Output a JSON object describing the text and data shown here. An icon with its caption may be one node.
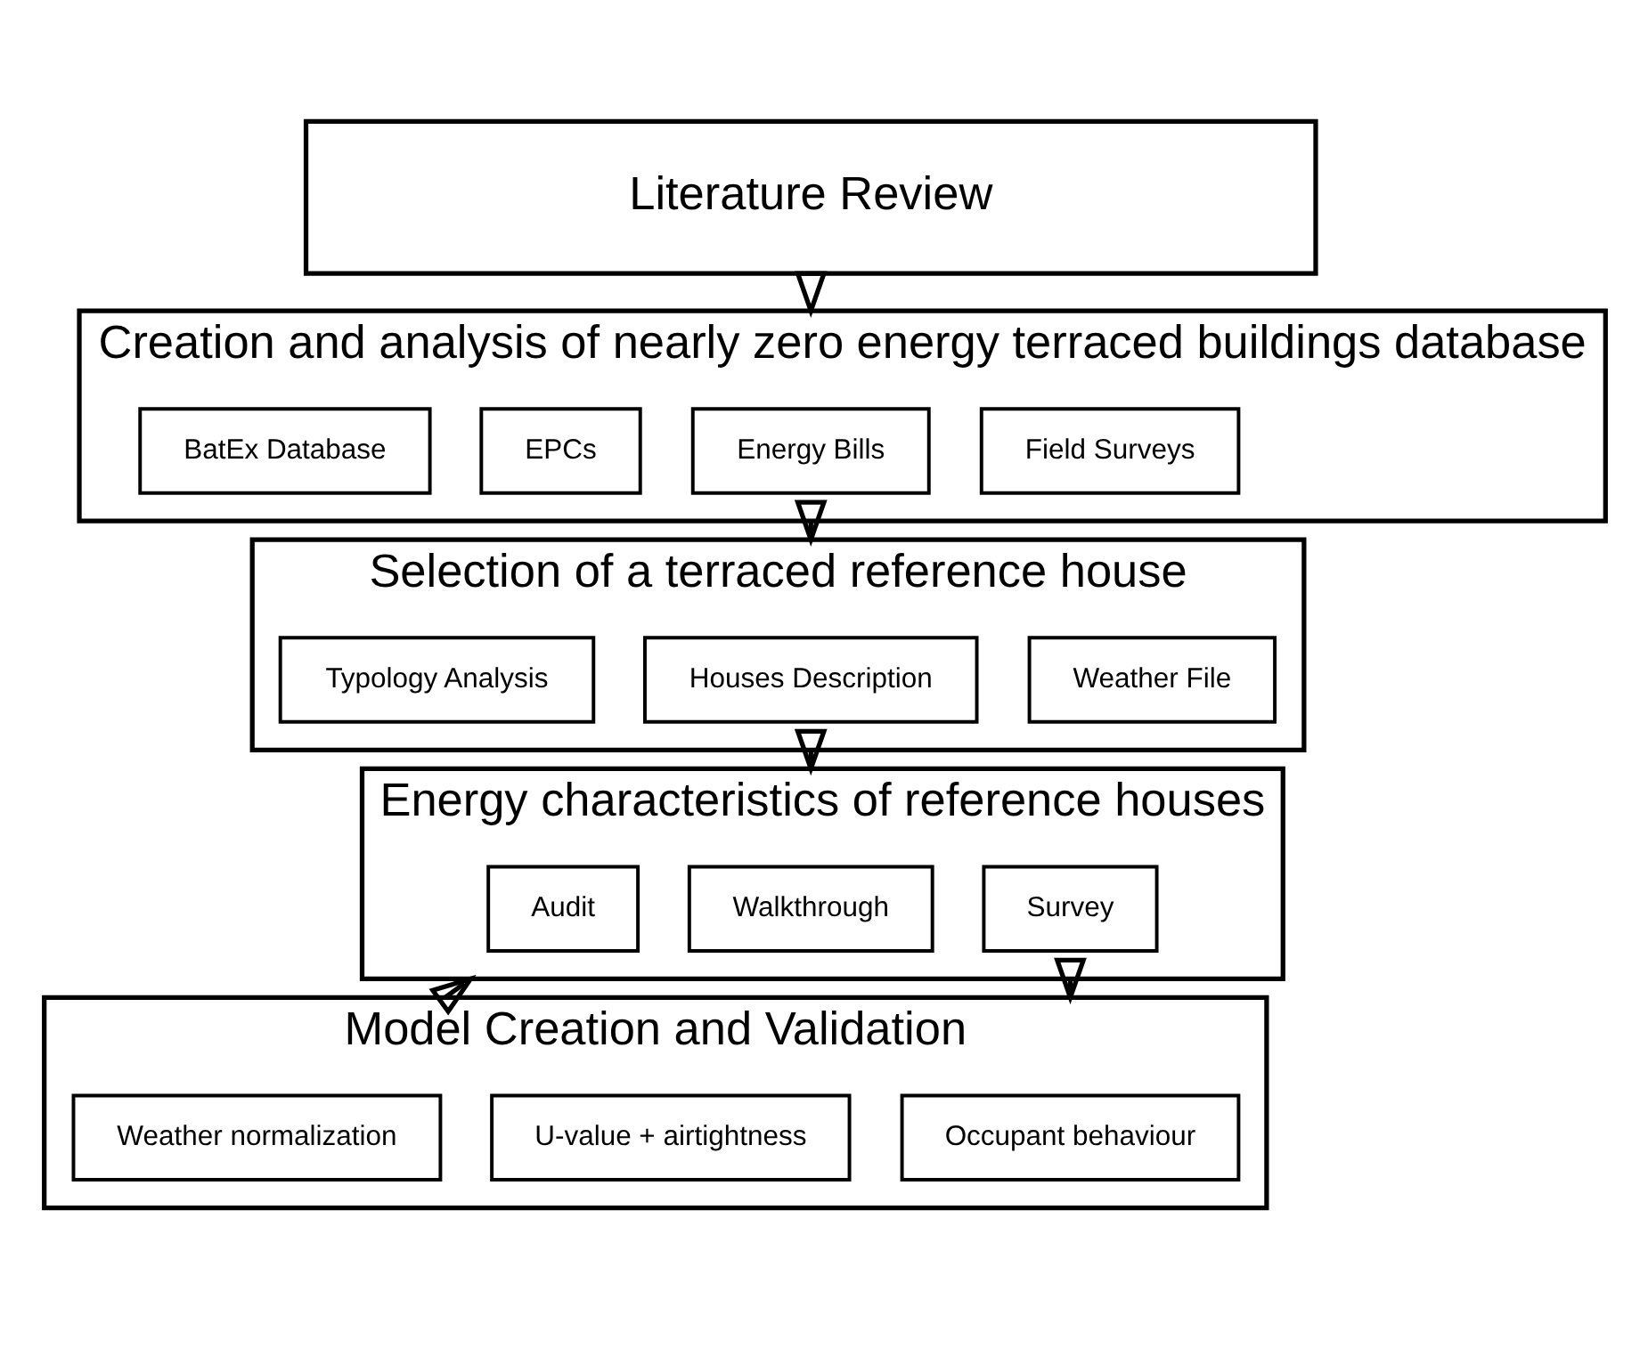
{
  "diagram": {
    "nodes": [
      {
        "text": [
          "Literature Review"
        ]
      },
      {
        "text": [
          "Creation and analysis of nearly zero energy terraced buildings database"
        ]
      },
      {
        "text": [
          "BatEx Database"
        ],
        "in": 1
      },
      {
        "text": [
          "EPCs"
        ],
        "in": 1
      },
      {
        "text": [
          "Energy Bills"
        ],
        "in": 1
      },
      {
        "text": [
          "Field Surveys"
        ],
        "in": 1
      },
      {
        "text": [
          "Selection of a terraced reference house"
        ]
      },
      {
        "text": [
          "Typology Analysis"
        ],
        "in": 6
      },
      {
        "text": [
          "Houses Description"
        ],
        "in": 6
      },
      {
        "text": [
          "Weather File"
        ],
        "in": 6
      },
      {
        "text": [
          "Energy characteristics of reference houses"
        ]
      },
      {
        "text": [
          "Audit"
        ],
        "in": 10
      },
      {
        "text": [
          "Walkthrough"
        ],
        "in": 10
      },
      {
        "text": [
          "Survey"
        ],
        "in": 10
      },
      {
        "text": [
          "Model Creation and Validation"
        ]
      },
      {
        "text": [
          "Weather normalization"
        ],
        "in": 14
      },
      {
        "text": [
          "U-value + airtightness"
        ],
        "in": 14
      },
      {
        "text": [
          "Occupant behaviour"
        ],
        "in": 14
      }
    ],
    "edges": [
      {
        "from": 0,
        "to": 1,
        "arrow": "to"
      },
      {
        "from": 1,
        "to": 6,
        "arrow": "to"
      },
      {
        "from": 6,
        "to": 10,
        "arrow": "to"
      },
      {
        "from": 10,
        "to": 14,
        "arrow": "to"
      },
      {
        "from": 14,
        "to": 10,
        "arrow": "to"
      }
    ]
  }
}
